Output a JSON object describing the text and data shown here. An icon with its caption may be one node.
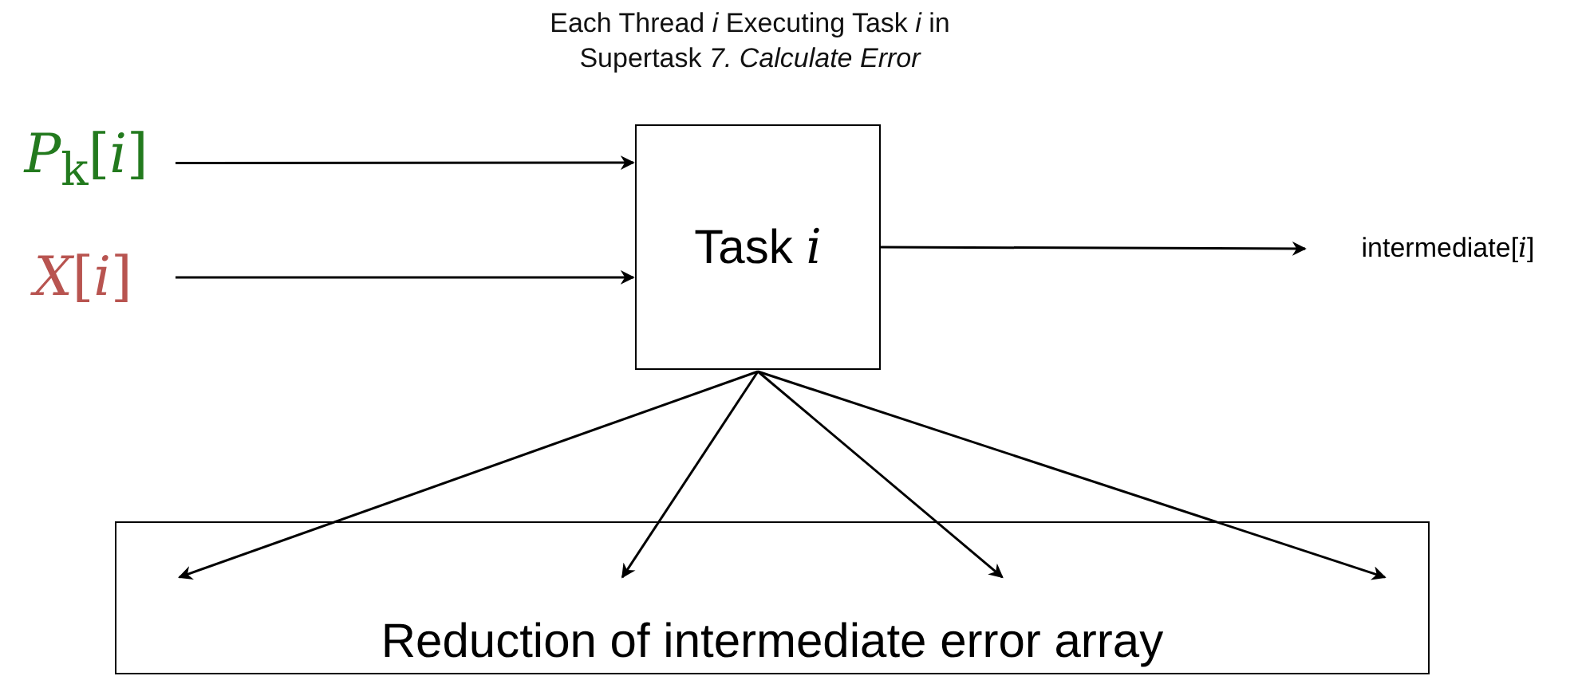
{
  "diagram": {
    "title": "Each Thread *i* Executing Task *i* in Supertask *7. Calculate Error*",
    "nodes": [
      {
        "text": [
          "*P*$_{k}$[*i*]"
        ]
      },
      {
        "text": [
          "*X*[*i*]"
        ]
      },
      {
        "text": [
          "Task *i*"
        ]
      },
      {
        "text": [
          "intermediate[*i*]"
        ]
      },
      {
        "text": [
          "Reduction of intermediate error array"
        ]
      }
    ],
    "edges": [
      {
        "from": 0,
        "to": 2,
        "arrow": "to"
      },
      {
        "from": 1,
        "to": 2,
        "arrow": "to"
      },
      {
        "from": 2,
        "to": 3,
        "arrow": "to"
      },
      {
        "from": 2,
        "to": 4,
        "arrow": "to"
      },
      {
        "from": 2,
        "to": 4,
        "arrow": "to"
      },
      {
        "from": 2,
        "to": 4,
        "arrow": "to"
      },
      {
        "from": 2,
        "to": 4,
        "arrow": "to"
      }
    ]
  }
}
